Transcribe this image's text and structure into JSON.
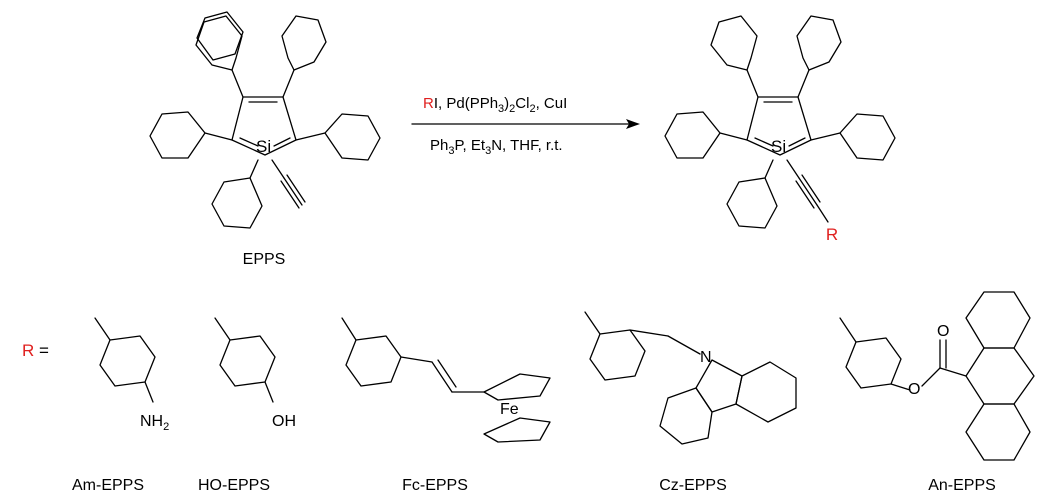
{
  "scheme": {
    "reactant_label": "EPPS",
    "reagents": {
      "r": "R",
      "line1_rest": "I, Pd(PPh",
      "line1_sub3": "3",
      "line1_mid": ")",
      "line1_sub2": "2",
      "line1_end": "Cl",
      "line1_sub2b": "2",
      "line1_tail": ", CuI",
      "line2_a": "Ph",
      "line2_sub3": "3",
      "line2_b": "P, Et",
      "line2_sub3b": "3",
      "line2_c": "N, THF, r.t."
    },
    "product_r": "R",
    "si": "Si",
    "r_prefix": "R",
    "r_equals": " =",
    "atoms": {
      "nh": "NH",
      "nh_sub": "2",
      "oh": "OH",
      "fe": "Fe",
      "n": "N",
      "o_carbonyl": "O",
      "o_ester": "O"
    },
    "substituents": [
      "Am-EPPS",
      "HO-EPPS",
      "Fc-EPPS",
      "Cz-EPPS",
      "An-EPPS"
    ]
  },
  "colors": {
    "bond": "#000000",
    "r_group": "#e0201f"
  }
}
